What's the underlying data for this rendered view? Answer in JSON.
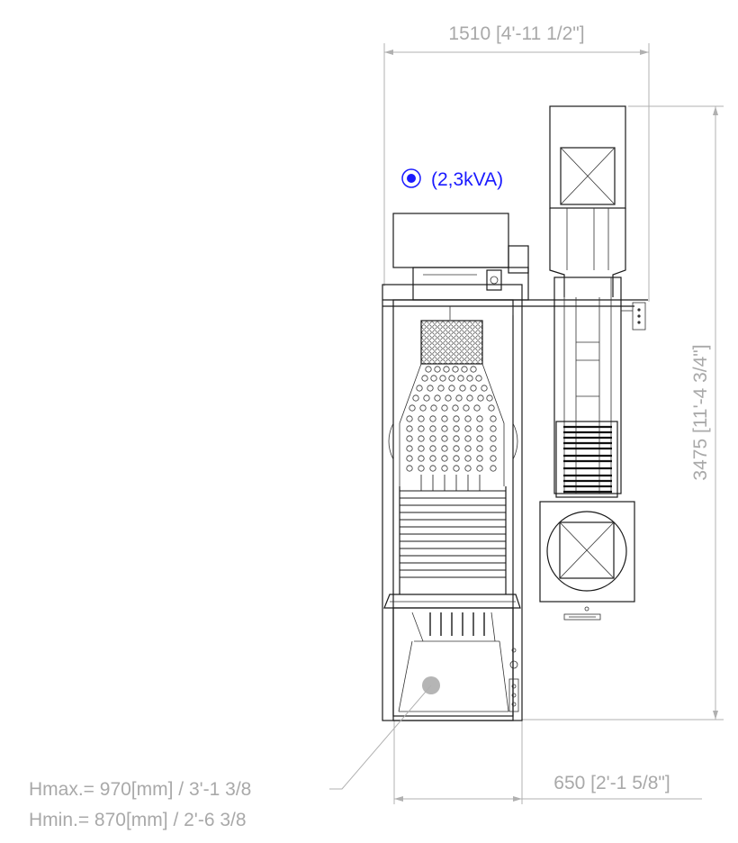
{
  "dimensions": {
    "width_label": "1510 [4'-11 1/2\"]",
    "height_label": "3475 [11'-4 3/4\"]",
    "conveyor_width_label": "650 [2'-1 5/8\"]"
  },
  "power": {
    "label": "(2,3kVA)",
    "icon": "power-connection-icon",
    "color": "#1a1aff"
  },
  "notes": {
    "hmax": "Hmax.= 970[mm] / 3'-1 3/8",
    "hmin": "Hmin.= 870[mm] / 2'-6 3/8"
  },
  "colors": {
    "dimension": "#a9a9a9",
    "outline": "#1a1a1a",
    "power": "#1a1aff"
  }
}
